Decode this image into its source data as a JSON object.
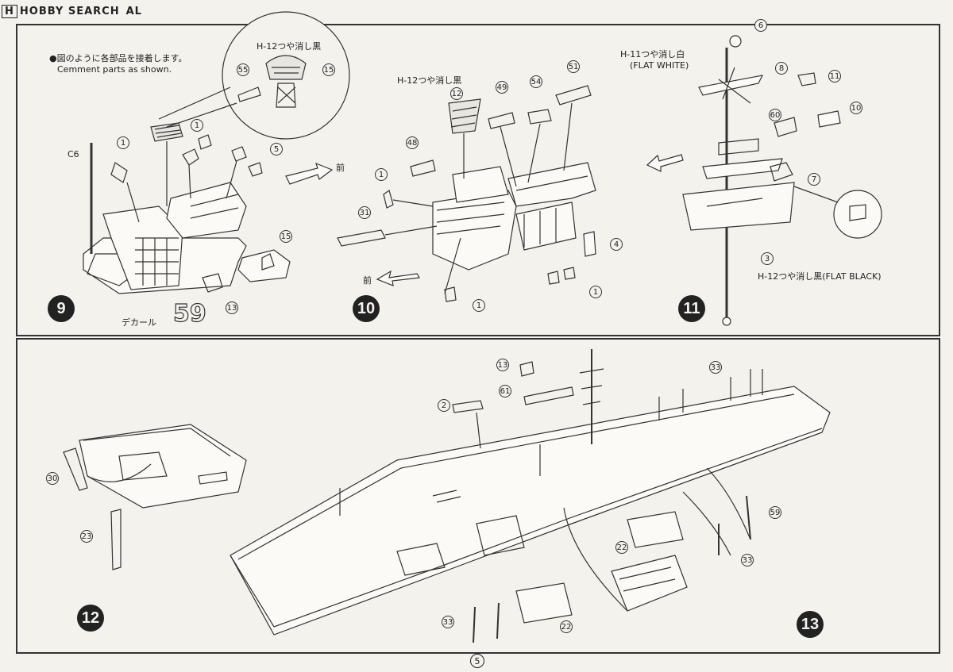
{
  "header": {
    "logo": "H",
    "title": "HOBBY SEARCH",
    "suffix": "AL"
  },
  "steps": {
    "s9": "9",
    "s10": "10",
    "s11": "11",
    "s12": "12",
    "s13": "13"
  },
  "step9": {
    "instruction_jp": "●図のように各部品を接着します。",
    "instruction_en": "Cemment parts as shown.",
    "paint": "H-12つや消し黒",
    "front": "前",
    "decal": "デカール",
    "decal_number": "59",
    "part_c6": "C6",
    "parts": [
      "55",
      "15",
      "1",
      "1",
      "5",
      "15",
      "13"
    ]
  },
  "step10": {
    "paint": "H-12つや消し黒",
    "front": "前",
    "parts": [
      "12",
      "49",
      "54",
      "51",
      "48",
      "1",
      "31",
      "4",
      "1",
      "1"
    ]
  },
  "step11": {
    "paint_white": "H-11つや消し白",
    "paint_white_en": "(FLAT WHITE)",
    "paint_black": "H-12つや消し黒(FLAT BLACK)",
    "parts": [
      "6",
      "8",
      "11",
      "60",
      "10",
      "7",
      "3"
    ]
  },
  "step12": {
    "parts": [
      "30",
      "23"
    ]
  },
  "step13": {
    "parts": [
      "13",
      "61",
      "2",
      "33",
      "59",
      "22",
      "33",
      "22",
      "33"
    ]
  },
  "page_number": "5"
}
